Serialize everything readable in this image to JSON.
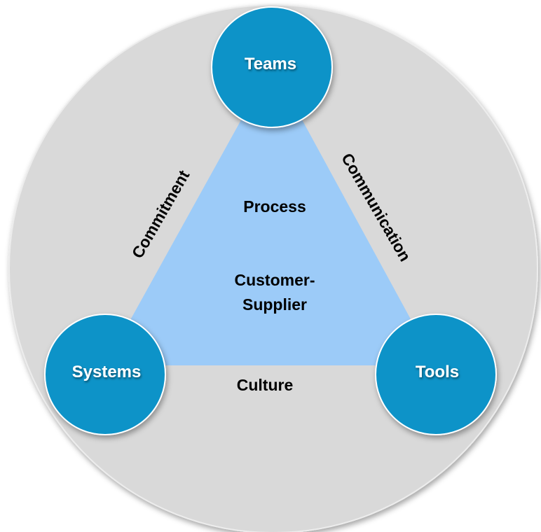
{
  "colors": {
    "outer_circle": "#d9d9d9",
    "triangle": "#9ccbf8",
    "node_fill": "#0a93c8",
    "node_text": "#ffffff",
    "label_text": "#000000"
  },
  "nodes": {
    "top": "Teams",
    "bottom_left": "Systems",
    "bottom_right": "Tools"
  },
  "edges": {
    "left": "Commitment",
    "right": "Communication",
    "bottom": "Culture"
  },
  "center": {
    "line1": "Process",
    "line2": "Customer-",
    "line3": "Supplier"
  }
}
